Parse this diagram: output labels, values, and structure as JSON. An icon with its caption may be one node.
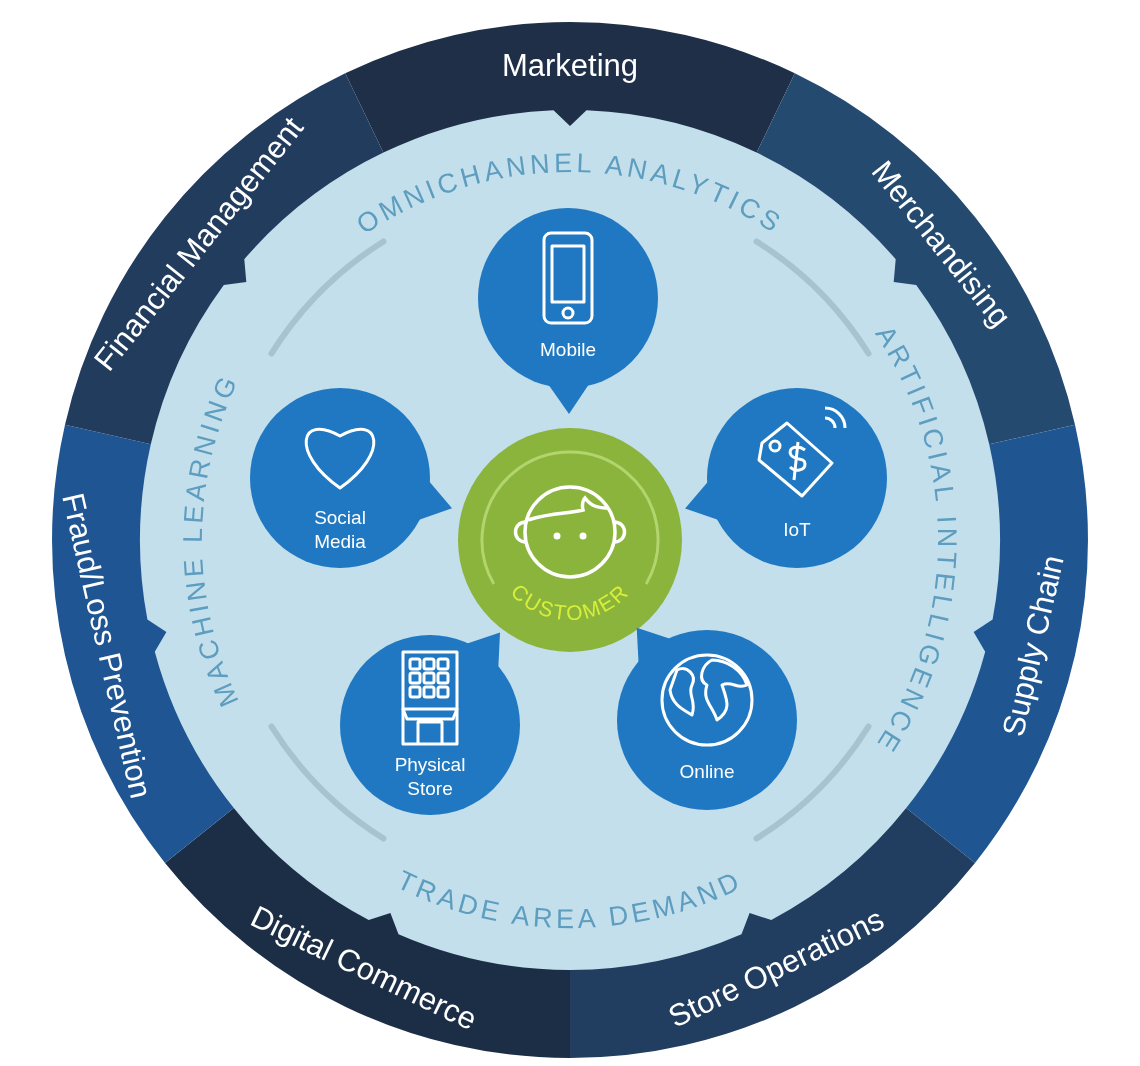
{
  "diagram": {
    "nodes": [
      {
        "text": [
          "Marketing"
        ]
      },
      {
        "text": [
          "Merchandising"
        ]
      },
      {
        "text": [
          "Supply Chain"
        ]
      },
      {
        "text": [
          "Store Operations"
        ]
      },
      {
        "text": [
          "Digital Commerce"
        ]
      },
      {
        "text": [
          "Fraud/Loss Prevention"
        ]
      },
      {
        "text": [
          "Financial Management"
        ]
      },
      {
        "text": [
          "Mobile"
        ]
      },
      {
        "text": [
          "Social Media"
        ]
      },
      {
        "text": [
          "CUSTOMER"
        ]
      },
      {
        "text": [
          "IoT"
        ]
      },
      {
        "text": [
          "Physical Store"
        ]
      },
      {
        "text": [
          "Online"
        ]
      }
    ],
    "labels": [
      "OMNICHANNEL ANALYTICS",
      "ARTIFICIAL INTELLIGENCE",
      "MACHINE LEARNING",
      "TRADE AREA DEMAND"
    ]
  }
}
